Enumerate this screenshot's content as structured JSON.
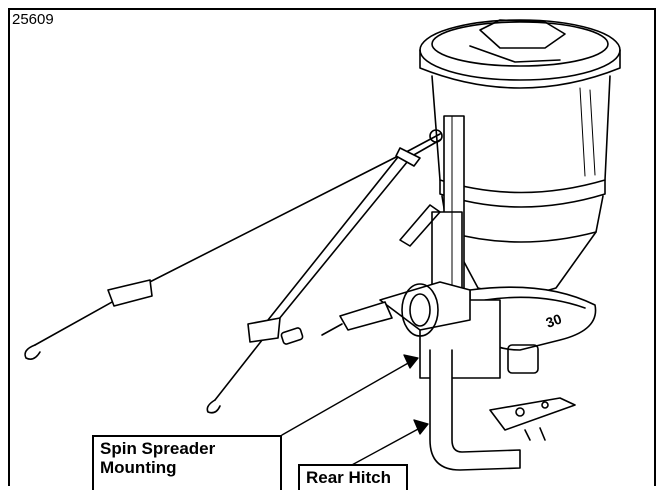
{
  "figure_id": "25609",
  "callouts": {
    "spin_spreader": "Spin Spreader Mounting",
    "rear_hitch": "Rear Hitch"
  },
  "colors": {
    "line": "#000000",
    "background": "#ffffff"
  }
}
